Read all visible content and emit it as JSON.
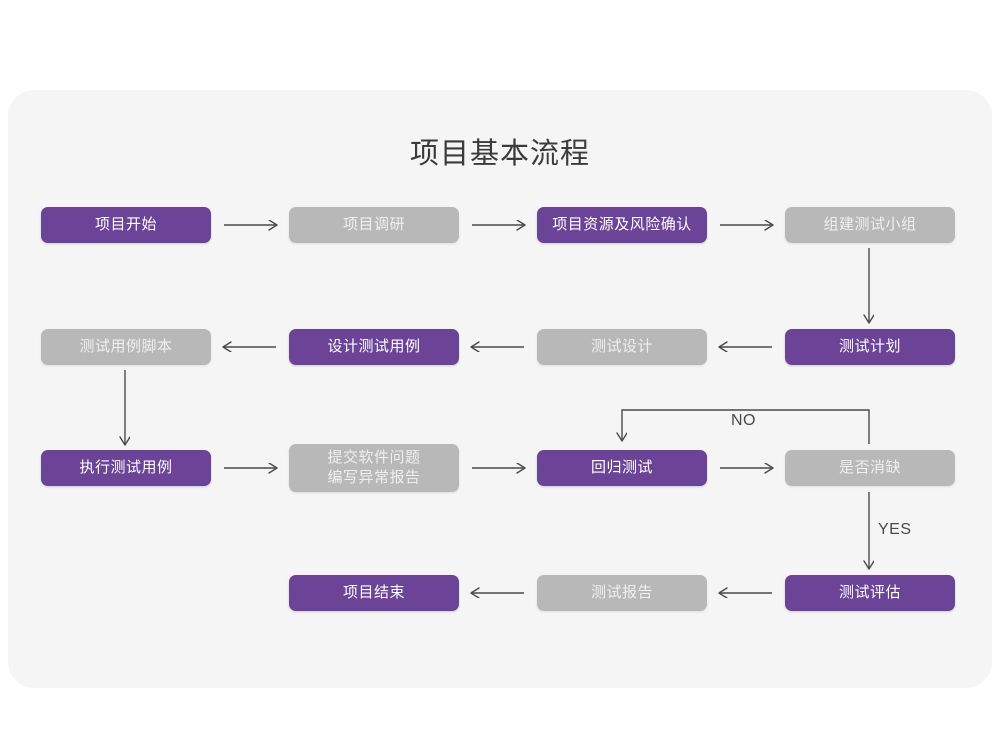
{
  "diagram": {
    "title": "项目基本流程",
    "card_bg": "#f5f5f5",
    "page_bg": "#ffffff",
    "colors": {
      "purple": "#6b4397",
      "gray": "#b8b8b8",
      "arrow": "#4a4a4a",
      "title_text": "#3b3b3b"
    },
    "nodes": [
      {
        "id": "n1",
        "label": "项目开始",
        "style": "purple"
      },
      {
        "id": "n2",
        "label": "项目调研",
        "style": "gray"
      },
      {
        "id": "n3",
        "label": "项目资源及风险确认",
        "style": "purple"
      },
      {
        "id": "n4",
        "label": "组建测试小组",
        "style": "gray"
      },
      {
        "id": "n5",
        "label": "测试计划",
        "style": "purple"
      },
      {
        "id": "n6",
        "label": "测试设计",
        "style": "gray"
      },
      {
        "id": "n7",
        "label": "设计测试用例",
        "style": "purple"
      },
      {
        "id": "n8",
        "label": "测试用例脚本",
        "style": "gray"
      },
      {
        "id": "n9",
        "label": "执行测试用例",
        "style": "purple"
      },
      {
        "id": "n10",
        "label": "提交软件问题\n编写异常报告",
        "style": "gray"
      },
      {
        "id": "n11",
        "label": "回归测试",
        "style": "purple"
      },
      {
        "id": "n12",
        "label": "是否消缺",
        "style": "gray"
      },
      {
        "id": "n13",
        "label": "测试评估",
        "style": "purple"
      },
      {
        "id": "n14",
        "label": "测试报告",
        "style": "gray"
      },
      {
        "id": "n15",
        "label": "项目结束",
        "style": "purple"
      }
    ],
    "edge_labels": {
      "no": "NO",
      "yes": "YES"
    }
  }
}
